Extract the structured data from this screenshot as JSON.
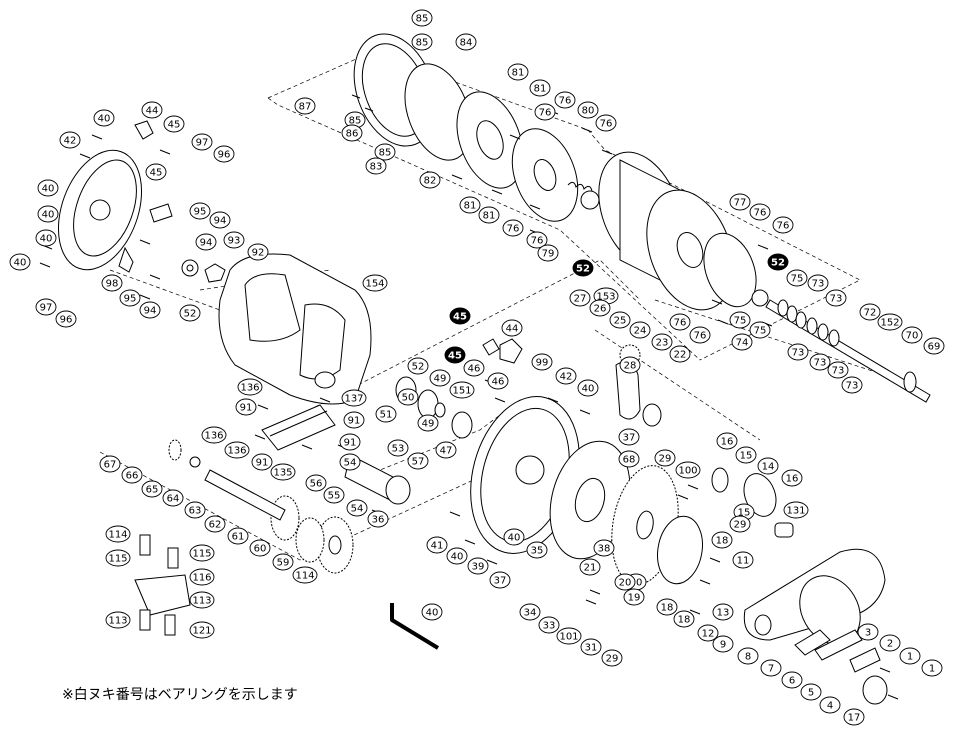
{
  "colors": {
    "line": "#000000",
    "paper": "#ffffff",
    "shade": "#d9d9d9",
    "bearing": "#000000"
  },
  "note": "※白ヌキ番号はベアリングを示します",
  "labels": [
    "85",
    "85",
    "84",
    "87",
    "85",
    "86",
    "85",
    "83",
    "82",
    "81",
    "81",
    "81",
    "81",
    "76",
    "76",
    "80",
    "76",
    "76",
    "76",
    "79",
    "52",
    "77",
    "76",
    "76",
    "52",
    "75",
    "73",
    "73",
    "75",
    "74",
    "73",
    "73",
    "73",
    "73",
    "72",
    "152",
    "70",
    "69",
    "153",
    "76",
    "76",
    "75",
    "40",
    "44",
    "45",
    "42",
    "97",
    "96",
    "45",
    "40",
    "40",
    "95",
    "94",
    "93",
    "92",
    "94",
    "40",
    "40",
    "98",
    "95",
    "94",
    "97",
    "96",
    "52",
    "154",
    "45",
    "44",
    "52",
    "45",
    "46",
    "99",
    "49",
    "151",
    "46",
    "50",
    "51",
    "49",
    "47",
    "42",
    "40",
    "27",
    "26",
    "25",
    "24",
    "23",
    "22",
    "28",
    "136",
    "91",
    "137",
    "91",
    "136",
    "136",
    "91",
    "135",
    "91",
    "54",
    "53",
    "57",
    "56",
    "55",
    "54",
    "36",
    "37",
    "68",
    "67",
    "66",
    "65",
    "64",
    "63",
    "62",
    "61",
    "60",
    "59",
    "114",
    "114",
    "115",
    "115",
    "116",
    "113",
    "113",
    "121",
    "40",
    "41",
    "40",
    "39",
    "40",
    "37",
    "35",
    "34",
    "33",
    "101",
    "31",
    "29",
    "30",
    "38",
    "21",
    "20",
    "19",
    "18",
    "18",
    "18",
    "12",
    "13",
    "11",
    "9",
    "8",
    "7",
    "6",
    "5",
    "4",
    "3",
    "2",
    "1",
    "1",
    "17",
    "16",
    "15",
    "14",
    "16",
    "15",
    "29",
    "29",
    "100",
    "131"
  ]
}
